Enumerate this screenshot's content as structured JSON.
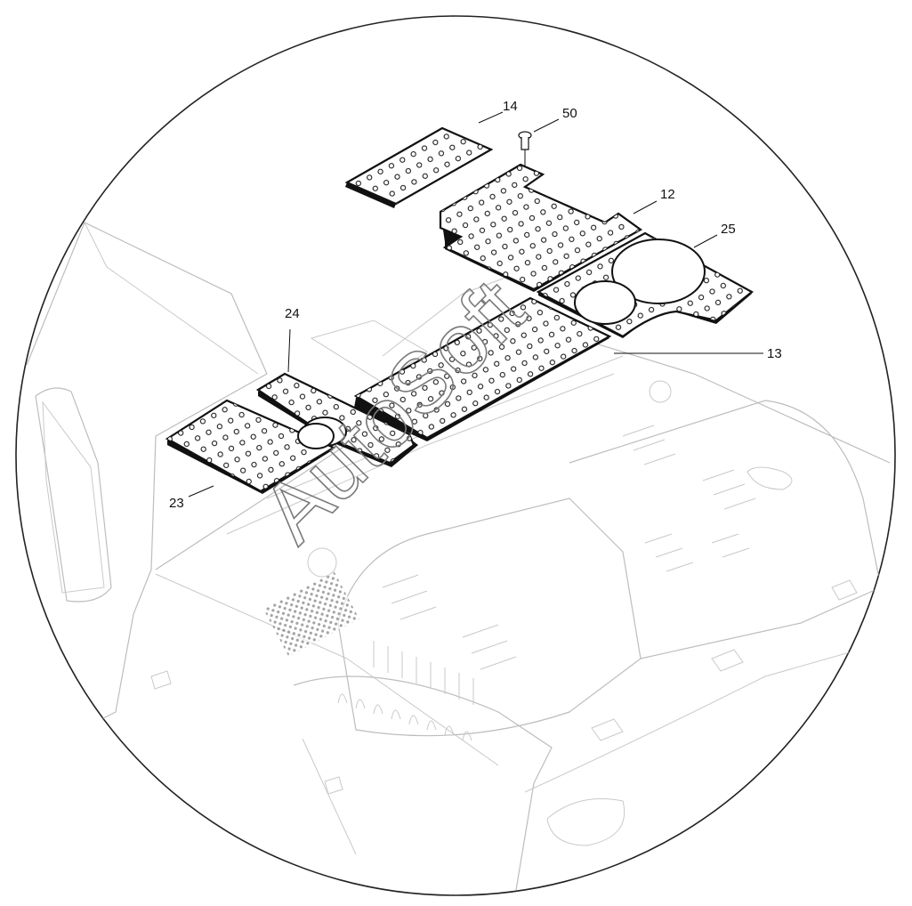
{
  "diagram": {
    "watermark": "AutoSoft",
    "callouts": [
      {
        "id": "c14",
        "label": "14"
      },
      {
        "id": "c50",
        "label": "50"
      },
      {
        "id": "c12",
        "label": "12"
      },
      {
        "id": "c25",
        "label": "25"
      },
      {
        "id": "c24",
        "label": "24"
      },
      {
        "id": "c13",
        "label": "13"
      },
      {
        "id": "c23",
        "label": "23"
      }
    ],
    "colors": {
      "line": "#111111",
      "background_line": "#c9c9c9",
      "watermark": "#7a7a7a"
    }
  }
}
